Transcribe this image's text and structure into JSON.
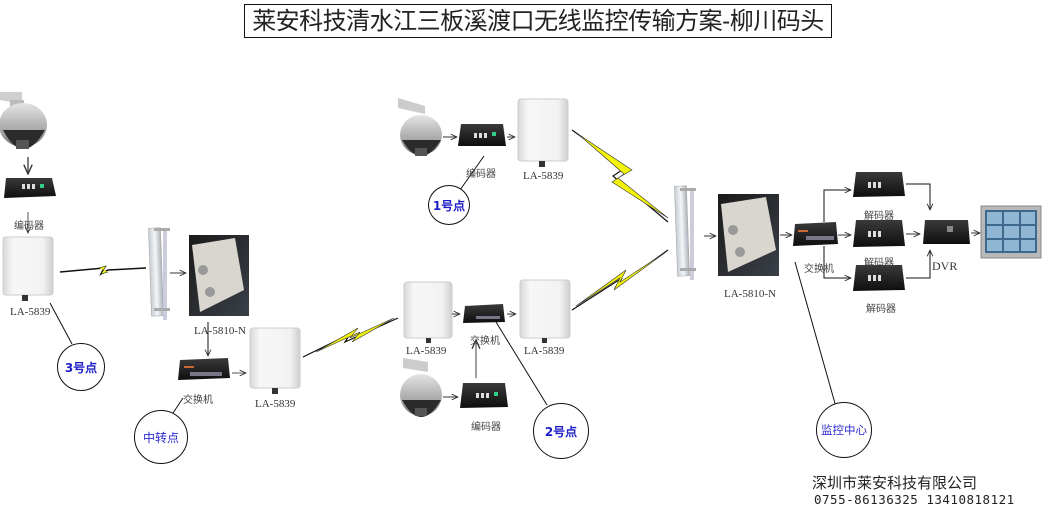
{
  "title": "莱安科技清水江三板溪渡口无线监控传输方案-柳川码头",
  "sites": {
    "site3": {
      "label": "3号点",
      "camera": "ptz-camera",
      "encoder_label": "编码器",
      "antenna_label": "LA-5839"
    },
    "relay": {
      "label": "中转点",
      "sector_antenna": "sector-antenna",
      "bridge_label": "LA-5810-N",
      "switch_label": "交换机",
      "antenna_label": "LA-5839"
    },
    "site1": {
      "label": "1号点",
      "encoder_label": "编码器",
      "antenna_label": "LA-5839"
    },
    "site2": {
      "label": "2号点",
      "antenna_left_label": "LA-5839",
      "switch_label": "交换机",
      "antenna_right_label": "LA-5839",
      "encoder_label": "编码器"
    },
    "center": {
      "label": "监控中心",
      "bridge_label": "LA-5810-N",
      "switch_label": "交换机",
      "decoders": [
        "解码器",
        "解码器",
        "解码器"
      ],
      "dvr_label": "DVR",
      "monitor": "video-wall-monitor"
    }
  },
  "footer": {
    "company": "深圳市莱安科技有限公司",
    "phone": "0755-86136325  13410818121"
  },
  "colors": {
    "link_bolt": "#f2f20a",
    "circle_text": "#1c1cc8",
    "line": "#111111"
  }
}
